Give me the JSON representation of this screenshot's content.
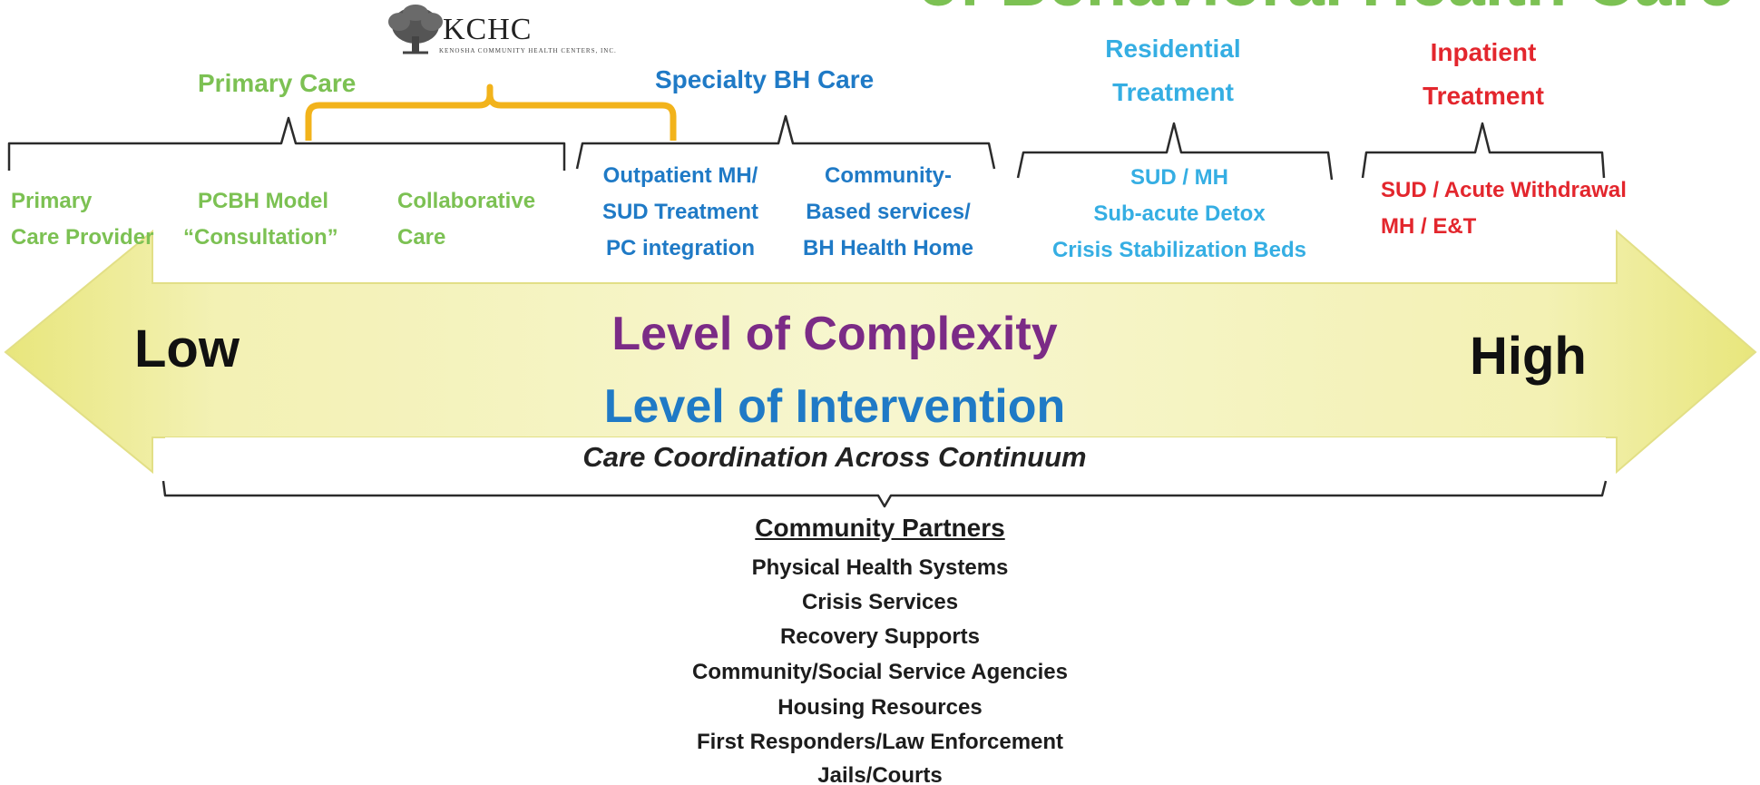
{
  "colors": {
    "primary_care": "#7cc153",
    "specialty": "#1f7ac6",
    "residential": "#35aee3",
    "inpatient": "#e3262d",
    "complexity": "#7b2b86",
    "intervention": "#1f7ac6",
    "arrow_fill": "#eded9a",
    "kchc_bracket": "#f2b31b"
  },
  "title_fragment": "of Behavioral Health Care",
  "logo": {
    "name": "KCHC",
    "subtitle": "KENOSHA COMMUNITY HEALTH CENTERS, INC."
  },
  "categories": {
    "primary_care": {
      "label": "Primary Care",
      "items": [
        {
          "line1": "Primary",
          "line2": "Care Provider"
        },
        {
          "line1": "PCBH Model",
          "line2": "“Consultation”"
        },
        {
          "line1": "Collaborative",
          "line2": "Care"
        }
      ]
    },
    "specialty": {
      "label": "Specialty BH Care",
      "items": [
        {
          "line1": "Outpatient MH/",
          "line2": "SUD Treatment",
          "line3": "PC integration"
        },
        {
          "line1": "Community-",
          "line2": "Based services/",
          "line3": "BH Health Home"
        }
      ]
    },
    "residential": {
      "label_line1": "Residential",
      "label_line2": "Treatment",
      "item_line1": "SUD / MH",
      "item_line2": "Sub-acute Detox",
      "item_line3": "Crisis Stabilization Beds"
    },
    "inpatient": {
      "label_line1": "Inpatient",
      "label_line2": "Treatment",
      "item_line1": "SUD / Acute Withdrawal",
      "item_line2": "MH / E&T"
    }
  },
  "arrow": {
    "low": "Low",
    "high": "High",
    "complexity": "Level of Complexity",
    "intervention": "Level of Intervention",
    "coordination": "Care Coordination Across Continuum"
  },
  "partners": {
    "title": "Community Partners",
    "items": [
      "Physical Health Systems",
      "Crisis Services",
      "Recovery Supports",
      "Community/Social Service Agencies",
      "Housing Resources",
      "First Responders/Law Enforcement",
      "Jails/Courts"
    ]
  }
}
